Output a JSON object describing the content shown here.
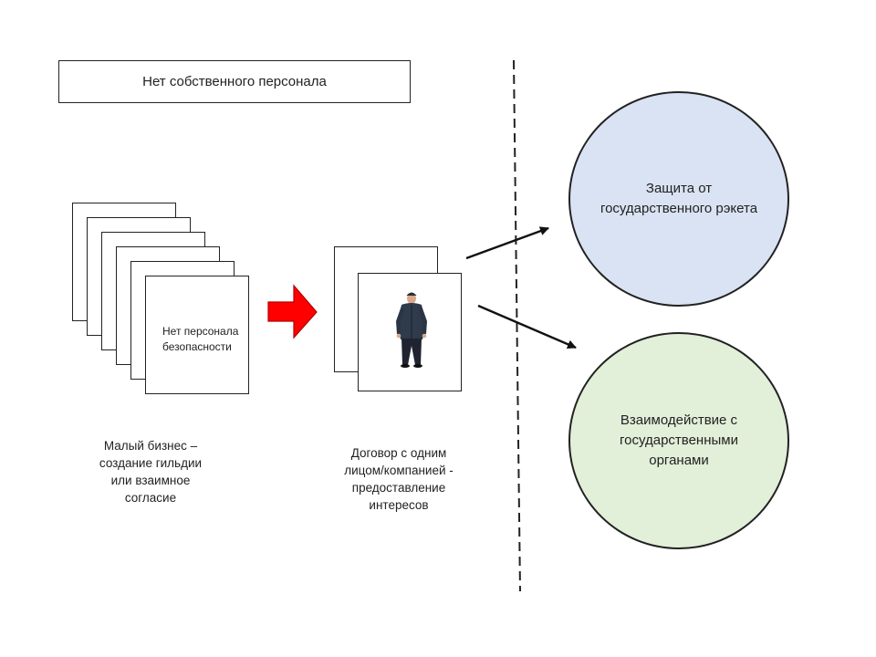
{
  "title_box": {
    "text": "Нет собственного персонала"
  },
  "stack": {
    "front_card_text": "Нет персонала безопасности",
    "caption": "Малый бизнес – создание гильдии или взаимное согласие"
  },
  "contract": {
    "caption": "Договор с одним лицом/компанией - предоставление интересов"
  },
  "circles": {
    "protection": {
      "text": "Защита от государственного рэкета",
      "color": "#dae3f3"
    },
    "interaction": {
      "text": "Взаимодействие с государственными органами",
      "color": "#e2efd9"
    }
  },
  "colors": {
    "arrow_fill": "#ff0000"
  },
  "icons": {
    "guard": "security-guard-figure"
  }
}
